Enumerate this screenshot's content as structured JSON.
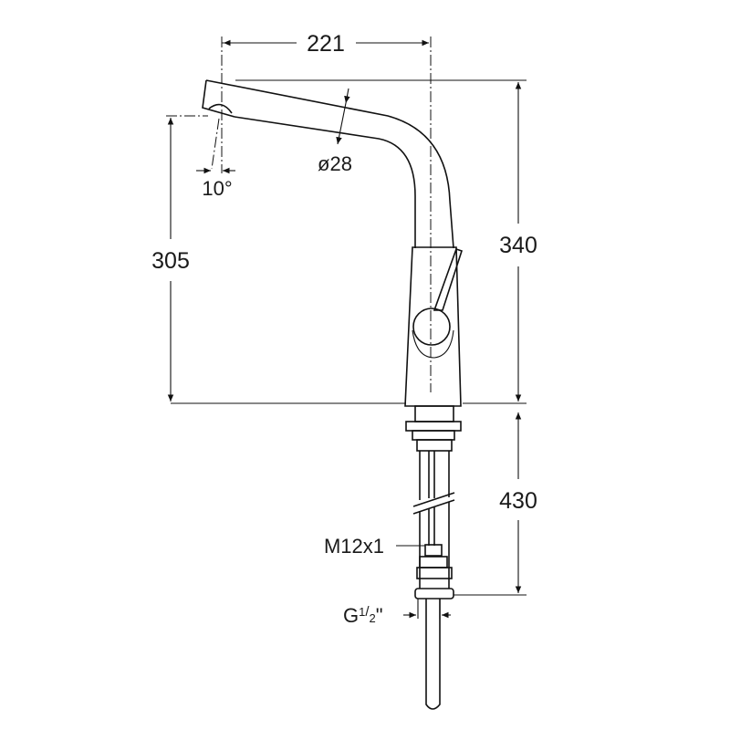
{
  "dimensions": {
    "spout_reach": "221",
    "spout_diameter": "ø28",
    "spout_angle": "10°",
    "outlet_height": "305",
    "total_height": "340",
    "shank_length": "430",
    "thread_label": "M12x1",
    "connection_label": "G",
    "connection_fraction_num": "1",
    "connection_fraction_den": "2",
    "connection_suffix": "\""
  },
  "colors": {
    "line": "#111111",
    "background": "#ffffff"
  }
}
